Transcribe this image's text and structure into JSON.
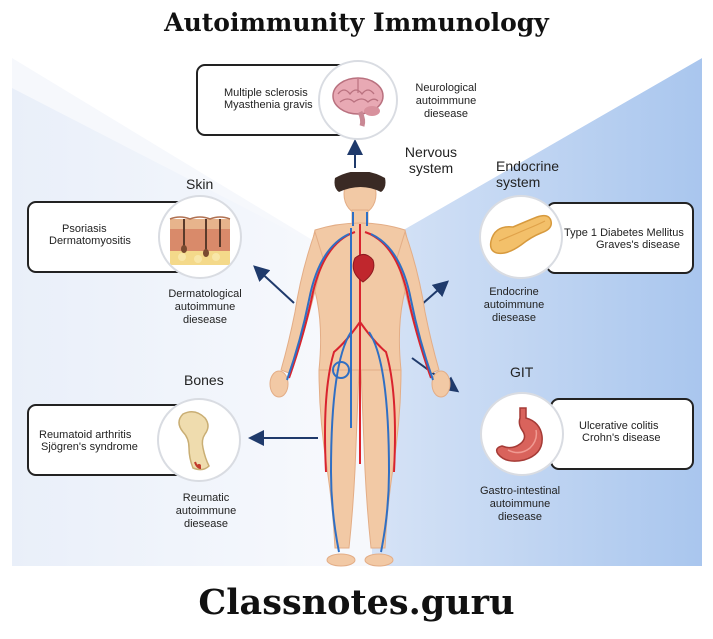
{
  "title": "Autoimmunity Immunology",
  "footer": "Classnotes.guru",
  "nervous": {
    "heading": "Nervous system",
    "diseases": [
      "Multiple sclerosis",
      "Myasthenia gravis"
    ],
    "label": "Neurological autoimmune diesease"
  },
  "skin": {
    "heading": "Skin",
    "diseases": [
      "Psoriasis",
      "Dermatomyositis"
    ],
    "label": "Dermatological autoimmune diesease"
  },
  "endocrine": {
    "heading": "Endocrine system",
    "diseases": [
      "Type 1 Diabetes Mellitus",
      "Graves's disease"
    ],
    "label": "Endocrine autoimmune diesease"
  },
  "bones": {
    "heading": "Bones",
    "diseases": [
      "Reumatoid arthritis",
      "Sjögren's syndrome"
    ],
    "label": "Reumatic autoimmune diesease"
  },
  "git": {
    "heading": "GIT",
    "diseases": [
      "Ulcerative colitis",
      "Crohn's disease"
    ],
    "label": "Gastro-intestinal autoimmune diesease"
  },
  "colors": {
    "panel": "#e4ecf8",
    "arrow": "#1f3a6b",
    "skin": "#f2c9a5",
    "artery": "#d9232e",
    "vein": "#2f6fc4"
  },
  "icons": [
    "brain-icon",
    "skin-layers-icon",
    "pancreas-icon",
    "bone-icon",
    "stomach-icon",
    "human-body-icon"
  ]
}
